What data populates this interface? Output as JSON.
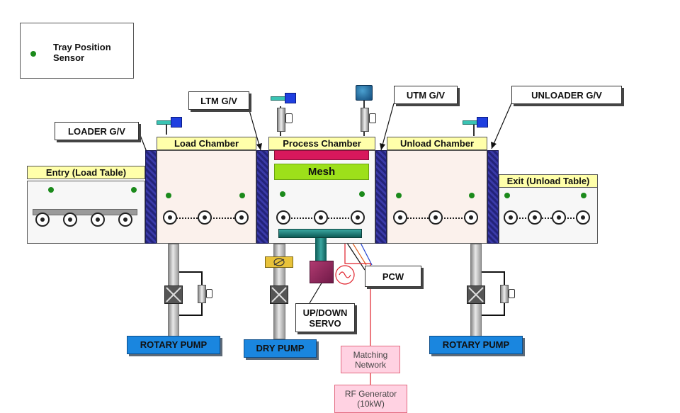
{
  "legend": {
    "sensor_label": "Tray Position\nSensor",
    "sensor_color": "#1b8a1b"
  },
  "callouts": {
    "loader_gv": "LOADER G/V",
    "ltm_gv": "LTM G/V",
    "utm_gv": "UTM G/V",
    "unloader_gv": "UNLOADER G/V",
    "pcw": "PCW",
    "updown_servo": "UP/DOWN\nSERVO"
  },
  "chambers": {
    "entry": "Entry (Load Table)",
    "load": "Load Chamber",
    "process": "Process Chamber",
    "unload": "Unload Chamber",
    "exit": "Exit (Unload Table)",
    "mesh": "Mesh"
  },
  "pumps": {
    "rotary_left": "ROTARY PUMP",
    "dry": "DRY PUMP",
    "rotary_right": "ROTARY PUMP"
  },
  "rf": {
    "matching": "Matching\nNetwork",
    "generator": "RF Generator\n(10kW)"
  },
  "colors": {
    "chamber_label": "#ffffaa",
    "gate_valve": "#2a2a8e",
    "pump": "#1a86df",
    "mesh": "#9de01a",
    "electrode": "#d8185c",
    "rf_box": "#ffd2e2",
    "rf_line": "#e0202a"
  }
}
